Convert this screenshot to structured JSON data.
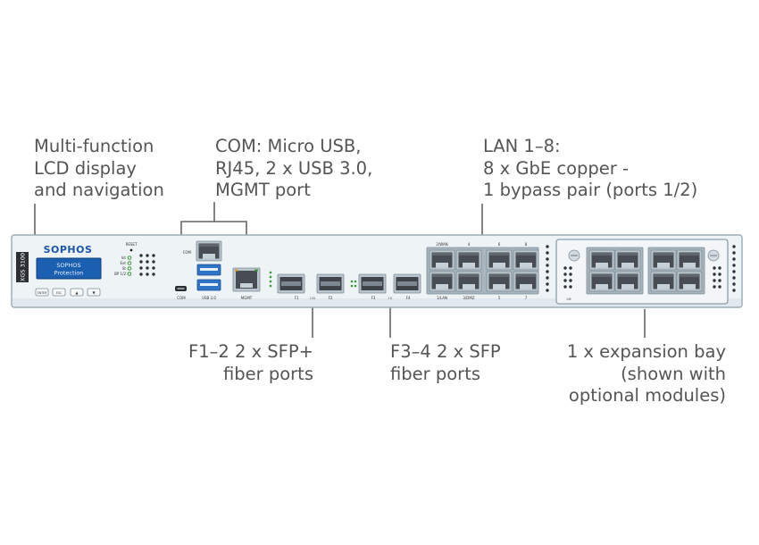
{
  "callouts": {
    "lcd": [
      "Multi-function",
      "LCD display",
      "and navigation"
    ],
    "com": [
      "COM: Micro USB,",
      "RJ45, 2 x USB 3.0,",
      "MGMT port"
    ],
    "lan": [
      "LAN 1–8:",
      "8 x GbE copper -",
      "1 bypass pair (ports 1/2)"
    ],
    "f12": [
      "F1–2  2 x SFP+",
      "fiber ports"
    ],
    "f34": [
      "F3–4  2 x SFP",
      "fiber ports"
    ],
    "bay": [
      "1 x expansion bay",
      "(shown with",
      "optional modules)"
    ]
  },
  "device": {
    "model": "XGS 3100",
    "brand": "SOPHOS",
    "lcd_line1": "SOPHOS",
    "lcd_line2": "Protection",
    "reset_label": "RESET",
    "led_labels": [
      "Int",
      "Ext",
      "St",
      "BP 1/2"
    ],
    "com_label": "COM",
    "usb_label": "USB 3.0",
    "micro_com_label": "COM",
    "mgmt_label": "MGMT",
    "sfp_plus_labels": [
      "F1",
      "F2"
    ],
    "sfp_plus_mid": "10G",
    "sfp_labels": [
      "F3",
      "F4"
    ],
    "sfp_mid": "1G",
    "lan_top_labels": [
      "2/WAN",
      "4",
      "6",
      "8"
    ],
    "lan_bottom_labels": [
      "1/LAN",
      "3/DMZ",
      "5",
      "7"
    ],
    "nav_buttons": [
      "ENTER",
      "ESC",
      "▲",
      "▼"
    ],
    "module_label": "LM"
  },
  "colors": {
    "chassis": "#eef3f6",
    "border": "#9aabb6",
    "usb_blue": "#2f74c6",
    "lcd_blue": "#1a5fb0",
    "brand_blue": "#1c56a8",
    "led_green": "#3a9a3a",
    "port_dark": "#4a4f55"
  }
}
